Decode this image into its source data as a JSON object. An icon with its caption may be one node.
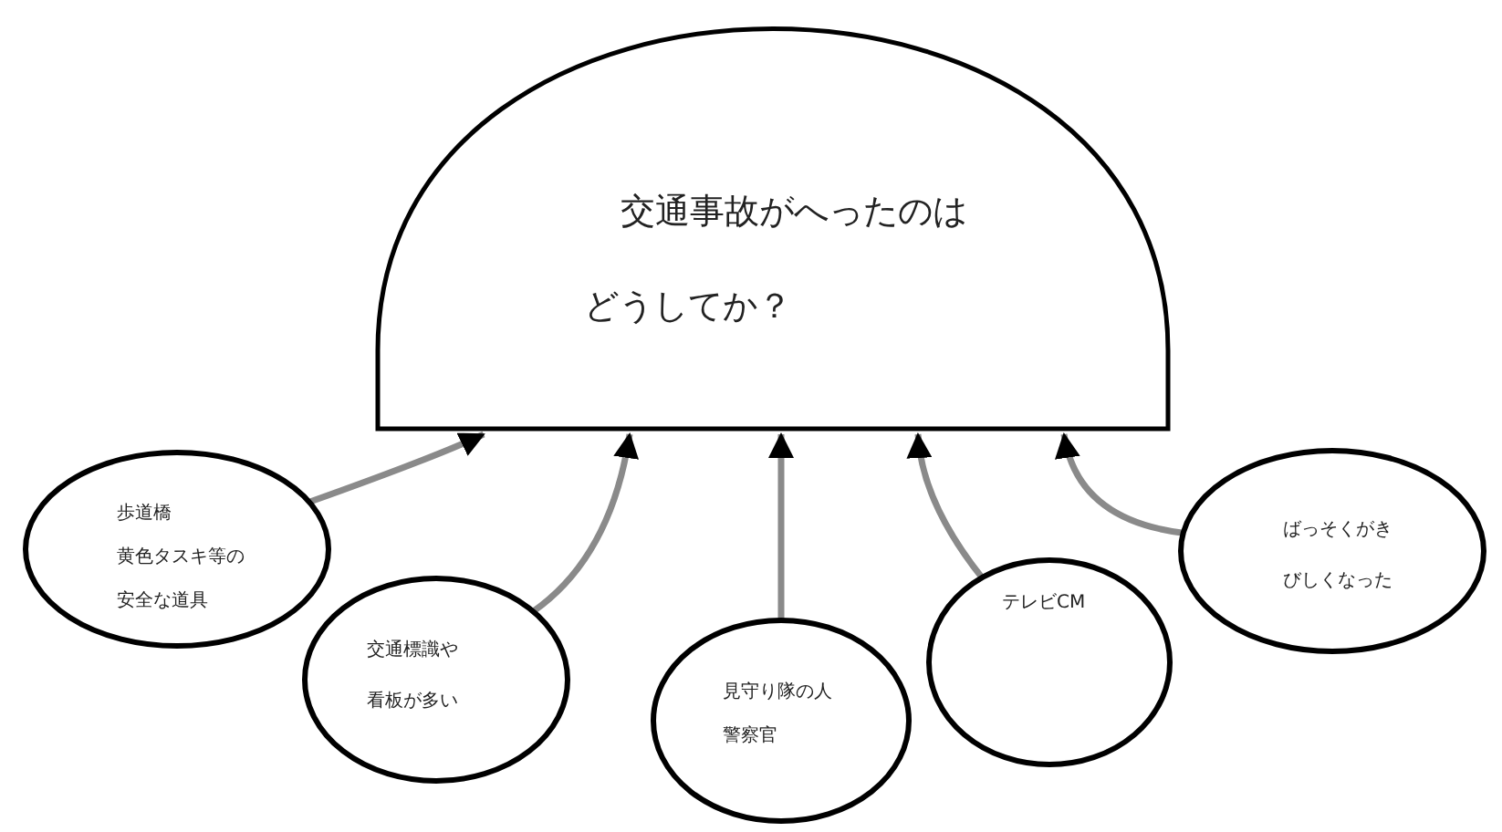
{
  "diagram": {
    "nodes": [
      {
        "text": [
          "交通事故がへったのはどうしてか？"
        ]
      },
      {
        "text": [
          "歩道橋",
          "黄色タスキ等の安全な道具"
        ]
      },
      {
        "text": [
          "交通標識や看板が多い"
        ]
      },
      {
        "text": [
          "見守り隊の人",
          "警察官"
        ]
      },
      {
        "text": [
          "テレビCM"
        ]
      },
      {
        "text": [
          "ばっそくがきびしくなった"
        ]
      }
    ],
    "edges": [
      {
        "from": 1,
        "to": 0,
        "arrow": "to"
      },
      {
        "from": 2,
        "to": 0,
        "arrow": "to"
      },
      {
        "from": 3,
        "to": 0,
        "arrow": "to"
      },
      {
        "from": 4,
        "to": 0,
        "arrow": "to"
      },
      {
        "from": 5,
        "to": 0,
        "arrow": "to"
      }
    ]
  }
}
